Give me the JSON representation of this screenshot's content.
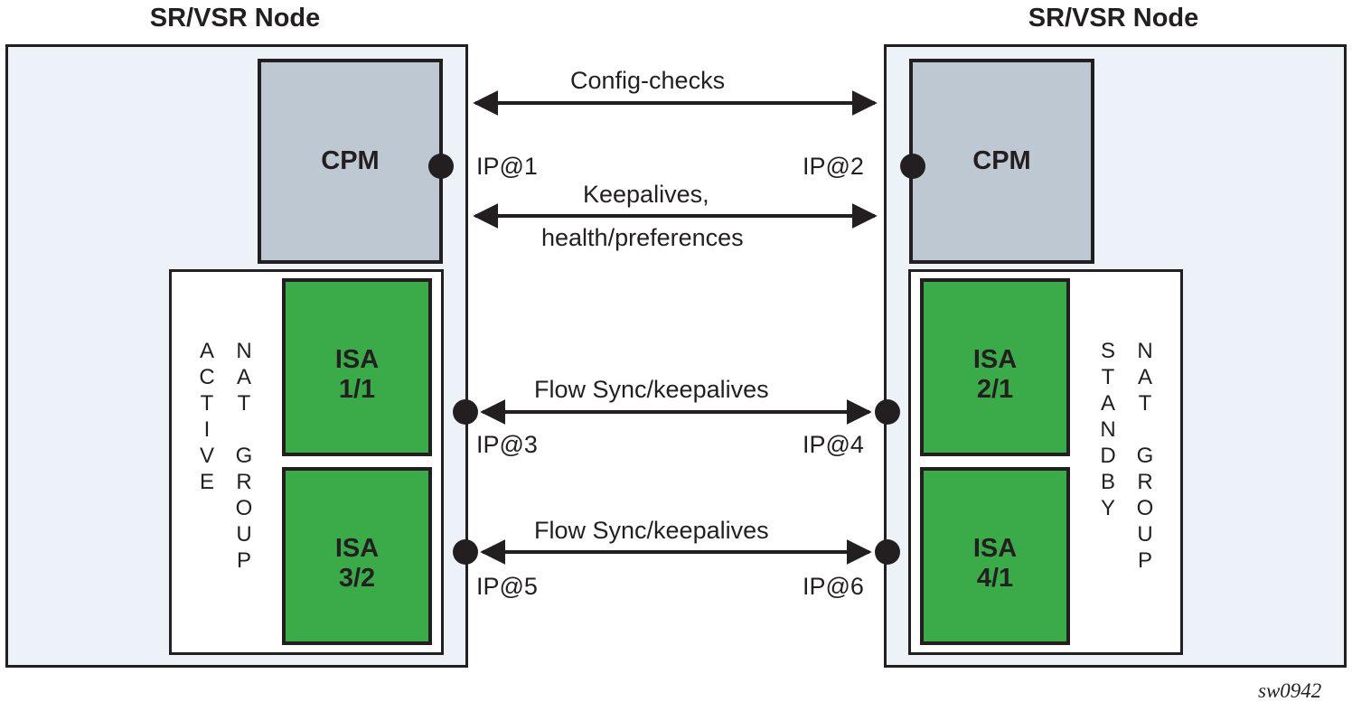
{
  "nodes": {
    "left": {
      "title": "SR/VSR Node",
      "cpm_label": "CPM",
      "group_label_col1": "A\nC\nT\nI\nV\nE",
      "group_label_col2": "N\nA\nT\n\nG\nR\nO\nU\nP",
      "isa": [
        {
          "line1": "ISA",
          "line2": "1/1"
        },
        {
          "line1": "ISA",
          "line2": "3/2"
        }
      ]
    },
    "right": {
      "title": "SR/VSR Node",
      "cpm_label": "CPM",
      "group_label_col1": "S\nT\nA\nN\nD\nB\nY",
      "group_label_col2": "N\nA\nT\n\nG\nR\nO\nU\nP",
      "isa": [
        {
          "line1": "ISA",
          "line2": "2/1"
        },
        {
          "line1": "ISA",
          "line2": "4/1"
        }
      ]
    }
  },
  "links": [
    {
      "label": "Config-checks",
      "label2": ""
    },
    {
      "label": "Keepalives,",
      "label2": "health/preferences"
    },
    {
      "label": "Flow Sync/keepalives",
      "label2": ""
    },
    {
      "label": "Flow Sync/keepalives",
      "label2": ""
    }
  ],
  "ip_labels": {
    "ip1": "IP@1",
    "ip2": "IP@2",
    "ip3": "IP@3",
    "ip4": "IP@4",
    "ip5": "IP@5",
    "ip6": "IP@6"
  },
  "colors": {
    "node_fill": "#ecf2f7",
    "cpm_fill": "#bdc8d3",
    "isa_fill": "#3bab4a",
    "stroke": "#231f20"
  },
  "figure_id": "sw0942"
}
